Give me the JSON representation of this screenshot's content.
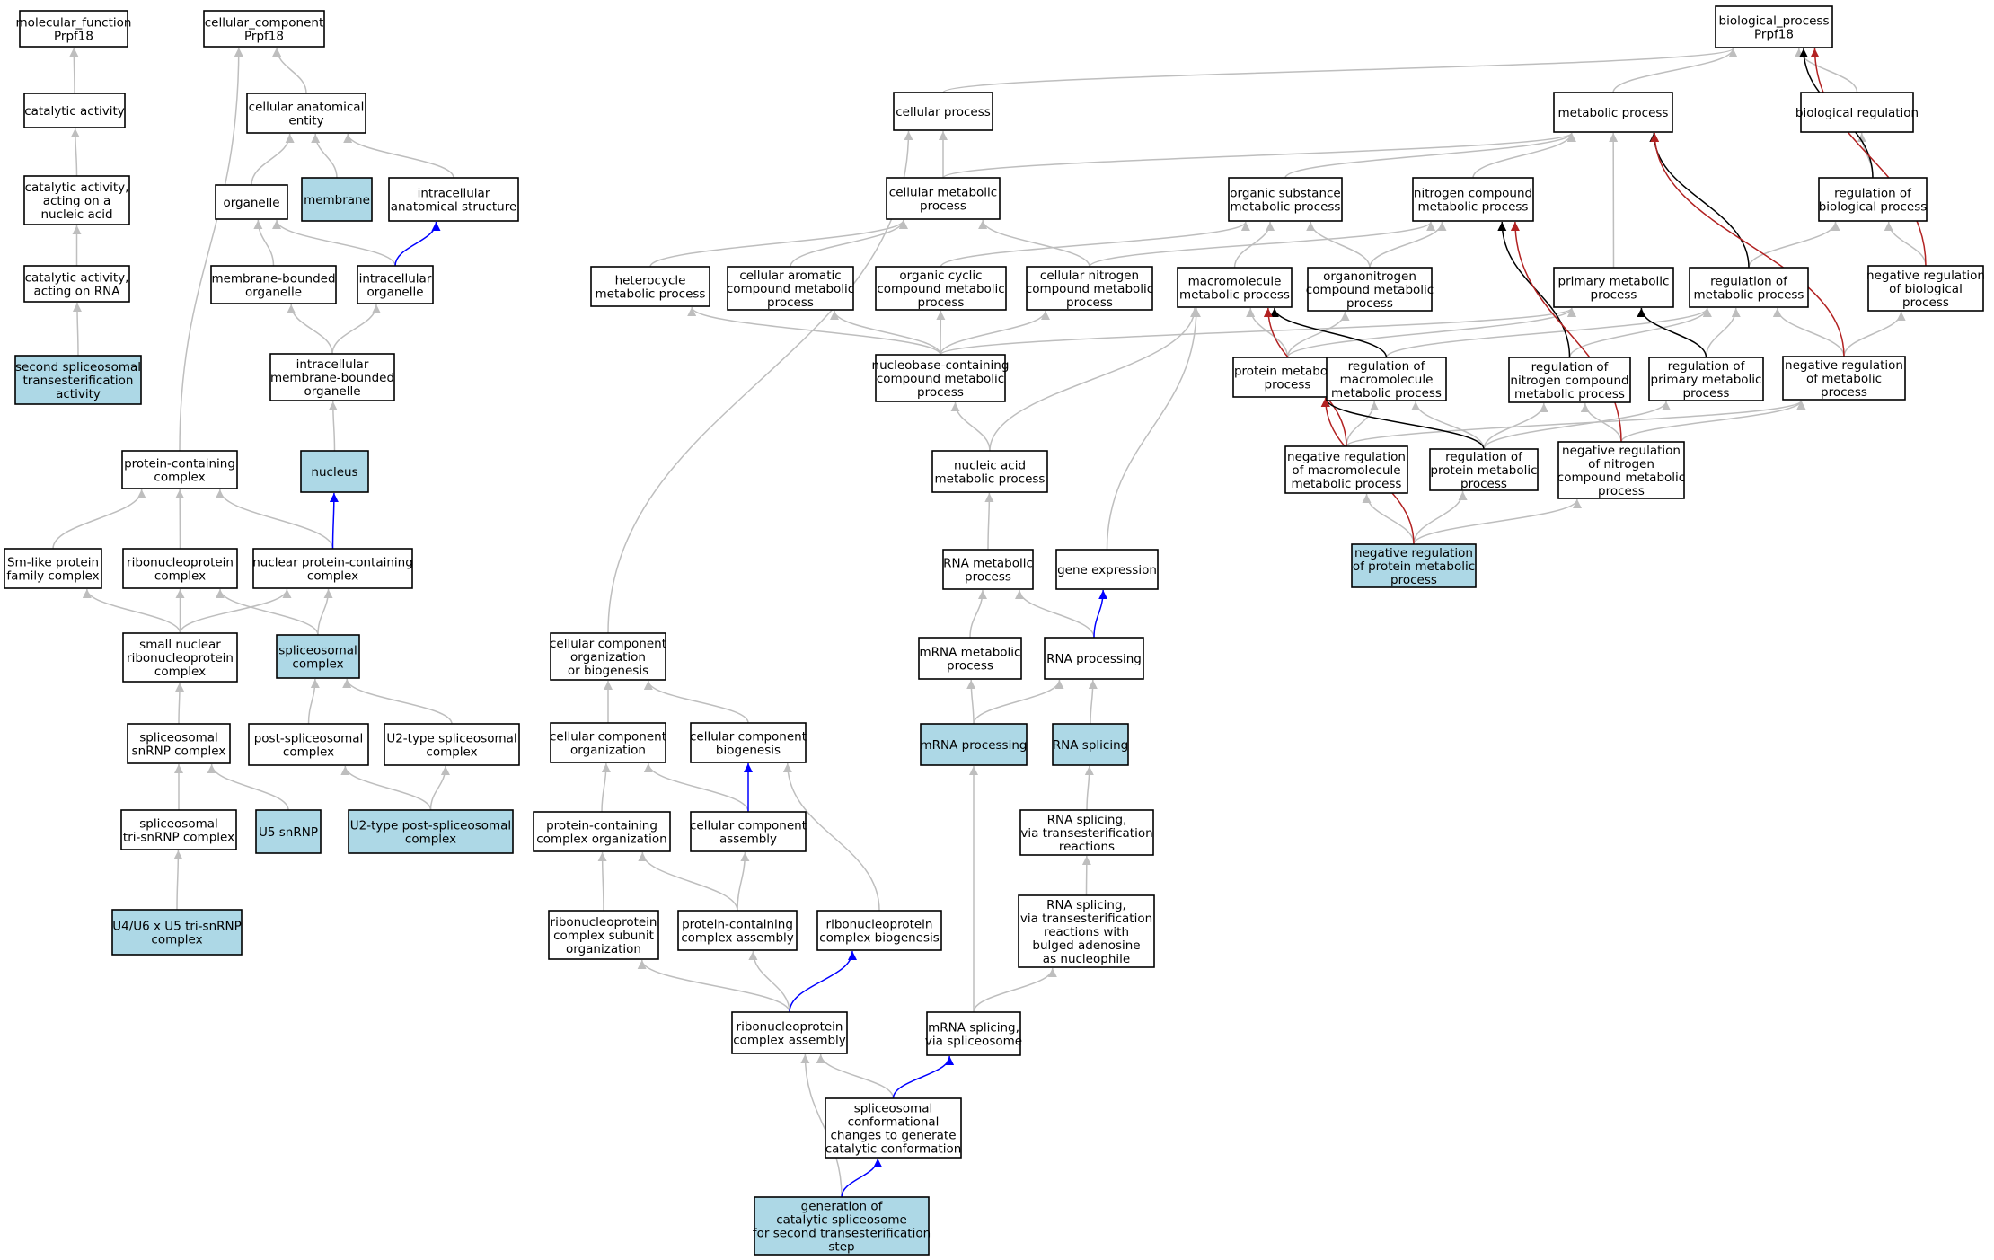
{
  "colors": {
    "highlight_fill": "#add8e6",
    "plain_fill": "#ffffff",
    "node_border": "#000000",
    "edge_is_a": "#bebebe",
    "edge_part_of": "#0000ff",
    "edge_regulates": "#000000",
    "edge_negatively_regulates": "#b22222"
  },
  "nodes": [
    {
      "id": "mf_root",
      "lines": [
        "molecular_function",
        "Prpf18"
      ],
      "highlight": false
    },
    {
      "id": "catalytic_activity",
      "lines": [
        "catalytic activity"
      ],
      "highlight": false
    },
    {
      "id": "catalytic_nucleic",
      "lines": [
        "catalytic activity,",
        "acting on a",
        "nucleic acid"
      ],
      "highlight": false
    },
    {
      "id": "catalytic_rna",
      "lines": [
        "catalytic activity,",
        "acting on RNA"
      ],
      "highlight": false
    },
    {
      "id": "second_spliceosomal",
      "lines": [
        "second spliceosomal",
        "transesterification",
        "activity"
      ],
      "highlight": true
    },
    {
      "id": "cc_root",
      "lines": [
        "cellular_component",
        "Prpf18"
      ],
      "highlight": false
    },
    {
      "id": "cell_anat",
      "lines": [
        "cellular anatomical",
        "entity"
      ],
      "highlight": false
    },
    {
      "id": "organelle",
      "lines": [
        "organelle"
      ],
      "highlight": false
    },
    {
      "id": "membrane",
      "lines": [
        "membrane"
      ],
      "highlight": true
    },
    {
      "id": "intracell_anat",
      "lines": [
        "intracellular",
        "anatomical structure"
      ],
      "highlight": false
    },
    {
      "id": "membrane_bounded",
      "lines": [
        "membrane-bounded",
        "organelle"
      ],
      "highlight": false
    },
    {
      "id": "intracell_organelle",
      "lines": [
        "intracellular",
        "organelle"
      ],
      "highlight": false
    },
    {
      "id": "intracell_mb_organelle",
      "lines": [
        "intracellular",
        "membrane-bounded",
        "organelle"
      ],
      "highlight": false
    },
    {
      "id": "nucleus",
      "lines": [
        "nucleus"
      ],
      "highlight": true
    },
    {
      "id": "protein_containing_complex",
      "lines": [
        "protein-containing",
        "complex"
      ],
      "highlight": false
    },
    {
      "id": "sm_like",
      "lines": [
        "Sm-like protein",
        "family complex"
      ],
      "highlight": false
    },
    {
      "id": "rnp_complex",
      "lines": [
        "ribonucleoprotein",
        "complex"
      ],
      "highlight": false
    },
    {
      "id": "nuclear_pcc",
      "lines": [
        "nuclear protein-containing",
        "complex"
      ],
      "highlight": false
    },
    {
      "id": "snrnp_complex",
      "lines": [
        "small nuclear",
        "ribonucleoprotein",
        "complex"
      ],
      "highlight": false
    },
    {
      "id": "spliceosomal_complex",
      "lines": [
        "spliceosomal",
        "complex"
      ],
      "highlight": true
    },
    {
      "id": "spliceosomal_snrnp",
      "lines": [
        "spliceosomal",
        "snRNP complex"
      ],
      "highlight": false
    },
    {
      "id": "post_spliceosomal",
      "lines": [
        "post-spliceosomal",
        "complex"
      ],
      "highlight": false
    },
    {
      "id": "u2_spliceosomal",
      "lines": [
        "U2-type spliceosomal",
        "complex"
      ],
      "highlight": false
    },
    {
      "id": "tri_snrnp",
      "lines": [
        "spliceosomal",
        "tri-snRNP complex"
      ],
      "highlight": false
    },
    {
      "id": "u5_snrnp",
      "lines": [
        "U5 snRNP"
      ],
      "highlight": true
    },
    {
      "id": "u2_post",
      "lines": [
        "U2-type post-spliceosomal",
        "complex"
      ],
      "highlight": true
    },
    {
      "id": "u4u6u5",
      "lines": [
        "U4/U6 x U5 tri-snRNP",
        "complex"
      ],
      "highlight": true
    },
    {
      "id": "bp_root",
      "lines": [
        "biological_process",
        "Prpf18"
      ],
      "highlight": false
    },
    {
      "id": "cellular_process",
      "lines": [
        "cellular process"
      ],
      "highlight": false
    },
    {
      "id": "metabolic_process",
      "lines": [
        "metabolic process"
      ],
      "highlight": false
    },
    {
      "id": "biological_regulation",
      "lines": [
        "biological regulation"
      ],
      "highlight": false
    },
    {
      "id": "cellular_metabolic",
      "lines": [
        "cellular metabolic",
        "process"
      ],
      "highlight": false
    },
    {
      "id": "organic_substance",
      "lines": [
        "organic substance",
        "metabolic process"
      ],
      "highlight": false
    },
    {
      "id": "nitrogen_compound",
      "lines": [
        "nitrogen compound",
        "metabolic process"
      ],
      "highlight": false
    },
    {
      "id": "regulation_bp",
      "lines": [
        "regulation of",
        "biological process"
      ],
      "highlight": false
    },
    {
      "id": "heterocycle",
      "lines": [
        "heterocycle",
        "metabolic process"
      ],
      "highlight": false
    },
    {
      "id": "cellular_aromatic",
      "lines": [
        "cellular aromatic",
        "compound metabolic",
        "process"
      ],
      "highlight": false
    },
    {
      "id": "organic_cyclic",
      "lines": [
        "organic cyclic",
        "compound metabolic",
        "process"
      ],
      "highlight": false
    },
    {
      "id": "cellular_nitrogen",
      "lines": [
        "cellular nitrogen",
        "compound metabolic",
        "process"
      ],
      "highlight": false
    },
    {
      "id": "macromolecule",
      "lines": [
        "macromolecule",
        "metabolic process"
      ],
      "highlight": false
    },
    {
      "id": "organonitrogen",
      "lines": [
        "organonitrogen",
        "compound metabolic",
        "process"
      ],
      "highlight": false
    },
    {
      "id": "primary_metabolic",
      "lines": [
        "primary metabolic",
        "process"
      ],
      "highlight": false
    },
    {
      "id": "regulation_metabolic",
      "lines": [
        "regulation of",
        "metabolic process"
      ],
      "highlight": false
    },
    {
      "id": "negative_regulation_bp",
      "lines": [
        "negative regulation",
        "of biological",
        "process"
      ],
      "highlight": false
    },
    {
      "id": "nucleobase",
      "lines": [
        "nucleobase-containing",
        "compound metabolic",
        "process"
      ],
      "highlight": false
    },
    {
      "id": "protein_metabolic",
      "lines": [
        "protein metabolic",
        "process"
      ],
      "highlight": false
    },
    {
      "id": "reg_macromolecule",
      "lines": [
        "regulation of",
        "macromolecule",
        "metabolic process"
      ],
      "highlight": false
    },
    {
      "id": "reg_nitrogen",
      "lines": [
        "regulation of",
        "nitrogen compound",
        "metabolic process"
      ],
      "highlight": false
    },
    {
      "id": "reg_primary",
      "lines": [
        "regulation of",
        "primary metabolic",
        "process"
      ],
      "highlight": false
    },
    {
      "id": "neg_reg_metabolic",
      "lines": [
        "negative regulation",
        "of metabolic",
        "process"
      ],
      "highlight": false
    },
    {
      "id": "nucleic_acid",
      "lines": [
        "nucleic acid",
        "metabolic process"
      ],
      "highlight": false
    },
    {
      "id": "neg_reg_macromolecule",
      "lines": [
        "negative regulation",
        "of macromolecule",
        "metabolic process"
      ],
      "highlight": false
    },
    {
      "id": "reg_protein_metabolic",
      "lines": [
        "regulation of",
        "protein metabolic",
        "process"
      ],
      "highlight": false
    },
    {
      "id": "neg_reg_nitrogen",
      "lines": [
        "negative regulation",
        "of nitrogen",
        "compound metabolic",
        "process"
      ],
      "highlight": false
    },
    {
      "id": "neg_reg_protein",
      "lines": [
        "negative regulation",
        "of protein metabolic",
        "process"
      ],
      "highlight": true
    },
    {
      "id": "rna_metabolic",
      "lines": [
        "RNA metabolic",
        "process"
      ],
      "highlight": false
    },
    {
      "id": "gene_expression",
      "lines": [
        "gene expression"
      ],
      "highlight": false
    },
    {
      "id": "mrna_metabolic",
      "lines": [
        "mRNA metabolic",
        "process"
      ],
      "highlight": false
    },
    {
      "id": "rna_processing",
      "lines": [
        "RNA processing"
      ],
      "highlight": false
    },
    {
      "id": "mrna_processing",
      "lines": [
        "mRNA processing"
      ],
      "highlight": true
    },
    {
      "id": "rna_splicing",
      "lines": [
        "RNA splicing"
      ],
      "highlight": true
    },
    {
      "id": "rna_splicing_trans",
      "lines": [
        "RNA splicing,",
        "via transesterification",
        "reactions"
      ],
      "highlight": false
    },
    {
      "id": "rna_splicing_bulged",
      "lines": [
        "RNA splicing,",
        "via transesterification",
        "reactions with",
        "bulged adenosine",
        "as nucleophile"
      ],
      "highlight": false
    },
    {
      "id": "mrna_splicing",
      "lines": [
        "mRNA splicing,",
        "via spliceosome"
      ],
      "highlight": false
    },
    {
      "id": "ccob",
      "lines": [
        "cellular component",
        "organization",
        "or biogenesis"
      ],
      "highlight": false
    },
    {
      "id": "cc_organization",
      "lines": [
        "cellular component",
        "organization"
      ],
      "highlight": false
    },
    {
      "id": "cc_biogenesis",
      "lines": [
        "cellular component",
        "biogenesis"
      ],
      "highlight": false
    },
    {
      "id": "pcc_organization",
      "lines": [
        "protein-containing",
        "complex organization"
      ],
      "highlight": false
    },
    {
      "id": "cc_assembly",
      "lines": [
        "cellular component",
        "assembly"
      ],
      "highlight": false
    },
    {
      "id": "rnp_subunit_org",
      "lines": [
        "ribonucleoprotein",
        "complex subunit",
        "organization"
      ],
      "highlight": false
    },
    {
      "id": "pcc_assembly",
      "lines": [
        "protein-containing",
        "complex assembly"
      ],
      "highlight": false
    },
    {
      "id": "rnp_biogenesis",
      "lines": [
        "ribonucleoprotein",
        "complex biogenesis"
      ],
      "highlight": false
    },
    {
      "id": "rnp_assembly",
      "lines": [
        "ribonucleoprotein",
        "complex assembly"
      ],
      "highlight": false
    },
    {
      "id": "spliceosomal_conformational",
      "lines": [
        "spliceosomal",
        "conformational",
        "changes to generate",
        "catalytic conformation"
      ],
      "highlight": false
    },
    {
      "id": "generation_catalytic",
      "lines": [
        "generation of",
        "catalytic spliceosome",
        "for second transesterification",
        "step"
      ],
      "highlight": true
    }
  ]
}
